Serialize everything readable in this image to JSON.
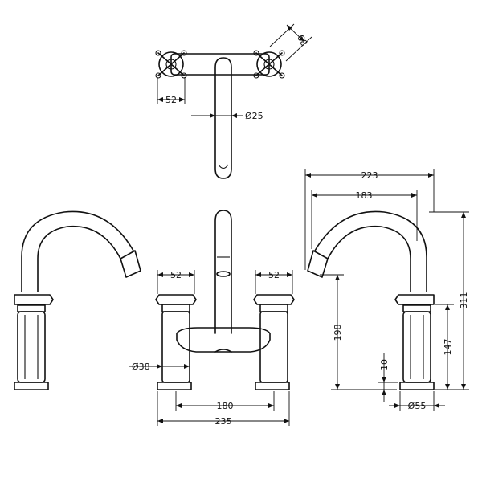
{
  "dimensions": {
    "top_handle_width": "52",
    "top_handle_depth": "68",
    "spout_diameter": "Ø25",
    "left_handle_width": "52",
    "right_handle_width": "52",
    "body_diameter": "Ø38",
    "tap_centres": "180",
    "overall_width": "235",
    "spout_reach": "223",
    "spout_inner_reach": "183",
    "spout_outlet_height": "198",
    "base_thickness": "10",
    "handle_height": "147",
    "overall_height": "311",
    "base_diameter": "Ø55"
  }
}
